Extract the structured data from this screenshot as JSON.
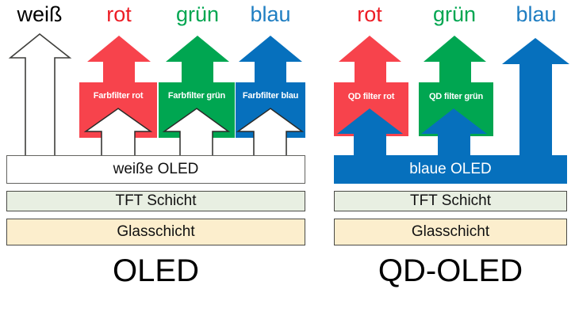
{
  "diagram": {
    "title_left": "OLED",
    "title_right": "QD-OLED",
    "colors": {
      "red": "#f7434c",
      "green": "#00a651",
      "blue": "#0670bd",
      "white": "#ffffff",
      "tft_fill": "#e8efe2",
      "glass_fill": "#fceecd",
      "outline": "#3f3f3c",
      "label_text": "#ffffff"
    }
  },
  "left_panel": {
    "name": "OLED",
    "emission_labels": [
      {
        "text": "weiß",
        "color": "#000000"
      },
      {
        "text": "rot",
        "color": "#ed1c24"
      },
      {
        "text": "grün",
        "color": "#00a651"
      },
      {
        "text": "blau",
        "color": "#1f7ec2"
      }
    ],
    "filters": [
      {
        "label": "Farbfilter rot",
        "color": "#f7434c"
      },
      {
        "label": "Farbfilter grün",
        "color": "#00a651"
      },
      {
        "label": "Farbfilter blau",
        "color": "#0670bd"
      }
    ],
    "layers": [
      {
        "label": "weiße OLED",
        "kind": "white"
      },
      {
        "label": "TFT Schicht",
        "kind": "tft"
      },
      {
        "label": "Glasschicht",
        "kind": "glass"
      }
    ],
    "title": "OLED"
  },
  "right_panel": {
    "name": "QD-OLED",
    "emission_labels": [
      {
        "text": "rot",
        "color": "#ed1c24"
      },
      {
        "text": "grün",
        "color": "#00a651"
      },
      {
        "text": "blau",
        "color": "#1f7ec2"
      }
    ],
    "filters": [
      {
        "label": "QD filter rot",
        "color": "#f7434c"
      },
      {
        "label": "QD filter grün",
        "color": "#00a651"
      }
    ],
    "layers": [
      {
        "label": "blaue OLED",
        "kind": "blue"
      },
      {
        "label": "TFT Schicht",
        "kind": "tft"
      },
      {
        "label": "Glasschicht",
        "kind": "glass"
      }
    ],
    "title": "QD-OLED"
  }
}
